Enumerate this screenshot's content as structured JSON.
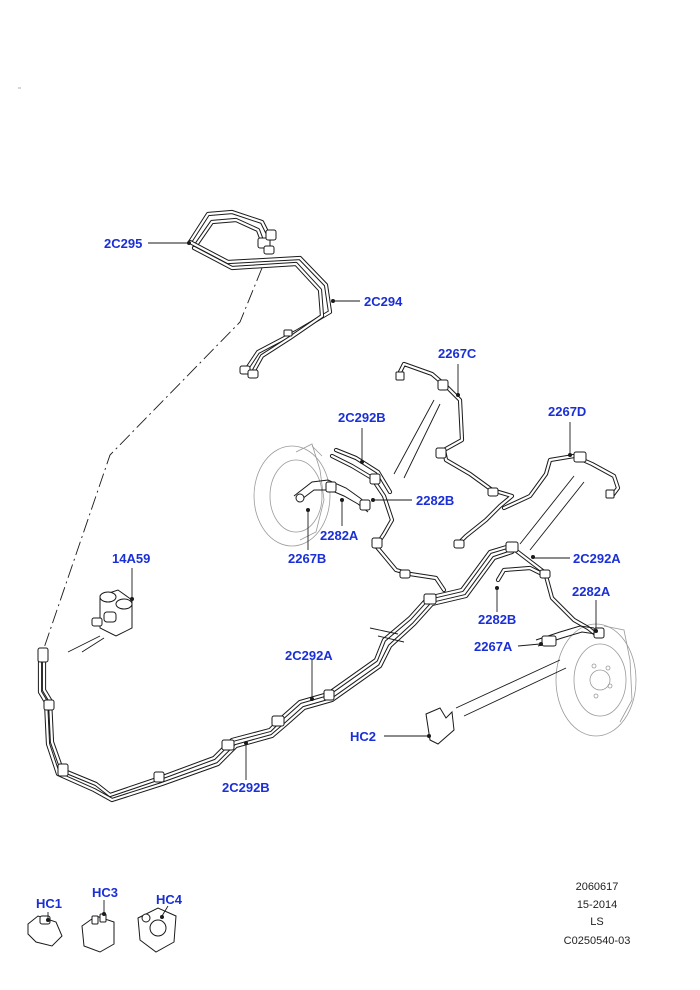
{
  "diagram": {
    "callouts": {
      "c2C295": "2C295",
      "c2C294": "2C294",
      "c2267C": "2267C",
      "c2C292B_top": "2C292B",
      "c2267D": "2267D",
      "c2282B_top": "2282B",
      "c2282A_top": "2282A",
      "c2267B": "2267B",
      "c2C292A_right": "2C292A",
      "c14A59": "14A59",
      "c2282A_right": "2282A",
      "c2282B_right": "2282B",
      "c2267A": "2267A",
      "c2C292A_mid": "2C292A",
      "cHC2": "HC2",
      "c2C292B_bottom": "2C292B"
    },
    "legend": {
      "hc1": "HC1",
      "hc3": "HC3",
      "hc4": "HC4"
    },
    "meta": {
      "line1": "2060617",
      "line2": "15-2014",
      "line3": "LS",
      "line4": "C0250540-03"
    },
    "colors": {
      "callout": "#1a2fd6",
      "line": "#1a1a1a",
      "faint": "#9a9a9a"
    }
  }
}
